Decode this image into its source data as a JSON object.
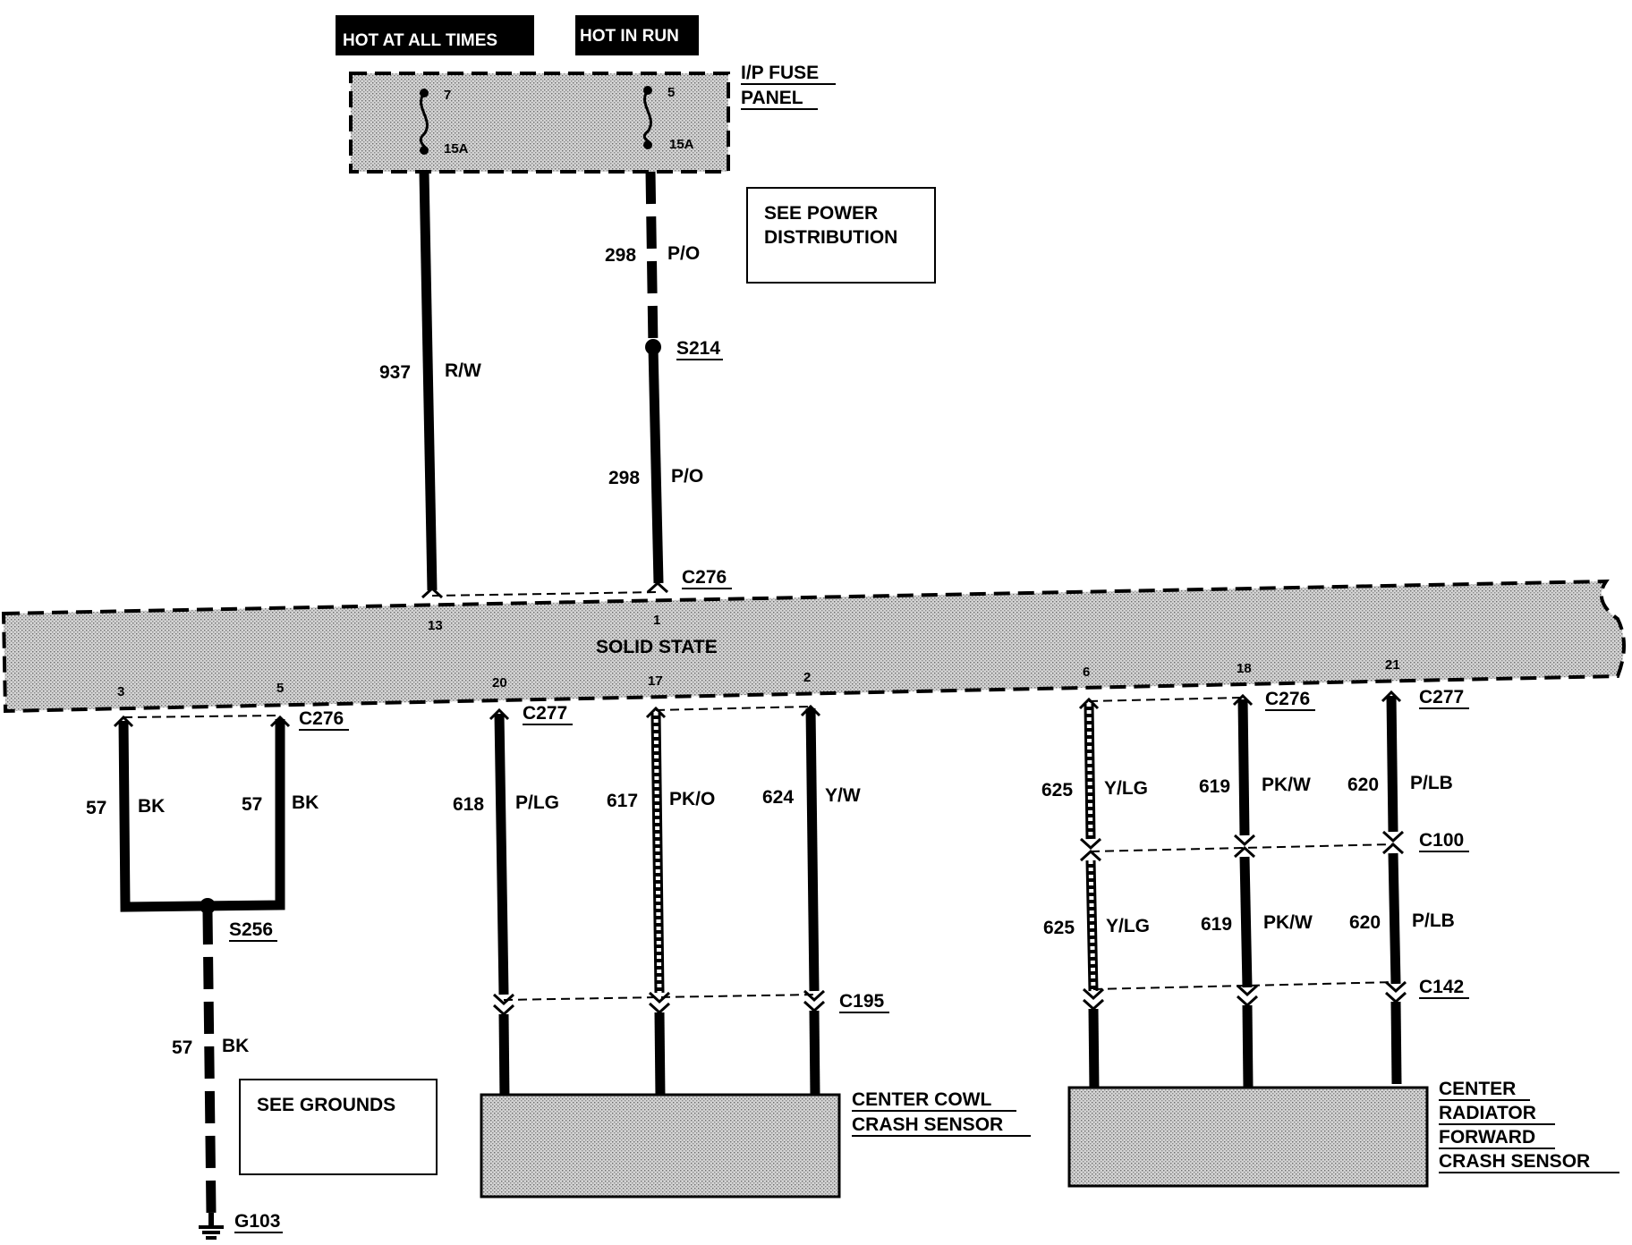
{
  "headers": {
    "hot_at_all_times": "HOT AT ALL TIMES",
    "hot_in_run": "HOT IN RUN"
  },
  "fuse_panel": {
    "label_line1": "I/P FUSE",
    "label_line2": "PANEL",
    "fuse_left": {
      "number": "7",
      "rating": "15A"
    },
    "fuse_right": {
      "number": "5",
      "rating": "15A"
    }
  },
  "notes": {
    "power_line1": "SEE POWER",
    "power_line2": "DISTRIBUTION",
    "grounds": "SEE GROUNDS"
  },
  "wires": {
    "w937": {
      "circuit": "937",
      "color": "R/W"
    },
    "w298_top": {
      "circuit": "298",
      "color": "P/O"
    },
    "w298_bottom": {
      "circuit": "298",
      "color": "P/O"
    },
    "w57_left": {
      "circuit": "57",
      "color": "BK"
    },
    "w57_right": {
      "circuit": "57",
      "color": "BK"
    },
    "w57_ground": {
      "circuit": "57",
      "color": "BK"
    },
    "w618": {
      "circuit": "618",
      "color": "P/LG"
    },
    "w617": {
      "circuit": "617",
      "color": "PK/O"
    },
    "w624": {
      "circuit": "624",
      "color": "Y/W"
    },
    "w625_upper": {
      "circuit": "625",
      "color": "Y/LG"
    },
    "w625_lower": {
      "circuit": "625",
      "color": "Y/LG"
    },
    "w619_upper": {
      "circuit": "619",
      "color": "PK/W"
    },
    "w619_lower": {
      "circuit": "619",
      "color": "PK/W"
    },
    "w620_upper": {
      "circuit": "620",
      "color": "P/LB"
    },
    "w620_lower": {
      "circuit": "620",
      "color": "P/LB"
    }
  },
  "splices": {
    "s214": "S214",
    "s256": "S256"
  },
  "ground": "G103",
  "connectors": {
    "c276_top": "C276",
    "c276_left": "C276",
    "c277_mid": "C277",
    "c276_right": "C276",
    "c277_right": "C277",
    "c100": "C100",
    "c195": "C195",
    "c142": "C142"
  },
  "module": {
    "label": "SOLID STATE",
    "pins": {
      "p13": "13",
      "p1": "1",
      "p3": "3",
      "p5": "5",
      "p20": "20",
      "p17": "17",
      "p2": "2",
      "p6": "6",
      "p18": "18",
      "p21": "21"
    }
  },
  "sensors": {
    "cowl_line1": "CENTER COWL",
    "cowl_line2": "CRASH SENSOR",
    "radiator_line1": "CENTER",
    "radiator_line2": "RADIATOR",
    "radiator_line3": "FORWARD",
    "radiator_line4": "CRASH SENSOR"
  },
  "colors": {
    "ink": "#000000",
    "paper": "#ffffff",
    "shade": "#b8b8b8"
  }
}
